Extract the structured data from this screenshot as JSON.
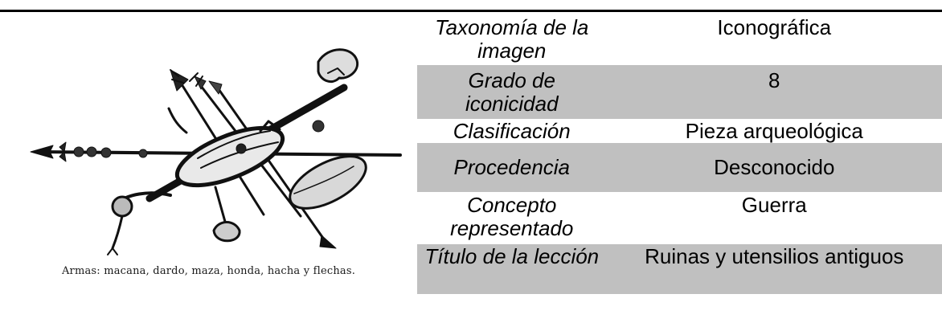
{
  "figure": {
    "caption": "Armas: macana, dardo, maza, honda, hacha y flechas.",
    "image_subject": "weapons-engraving"
  },
  "table": {
    "rows": [
      {
        "label": "Taxonomía de la imagen",
        "value": "Iconográfica",
        "shaded": false
      },
      {
        "label": "Grado de iconicidad",
        "value": "8",
        "shaded": true
      },
      {
        "label": "Clasificación",
        "value": "Pieza arqueológica",
        "shaded": false
      },
      {
        "label": "Procedencia",
        "value": "Desconocido",
        "shaded": true
      },
      {
        "label": "Concepto representado",
        "value": "Guerra",
        "shaded": false
      },
      {
        "label": "Título de la lección",
        "value": "Ruinas y utensilios antiguos",
        "shaded": true
      }
    ]
  },
  "colors": {
    "shaded_row": "#c0c0c0",
    "rule": "#000000"
  }
}
